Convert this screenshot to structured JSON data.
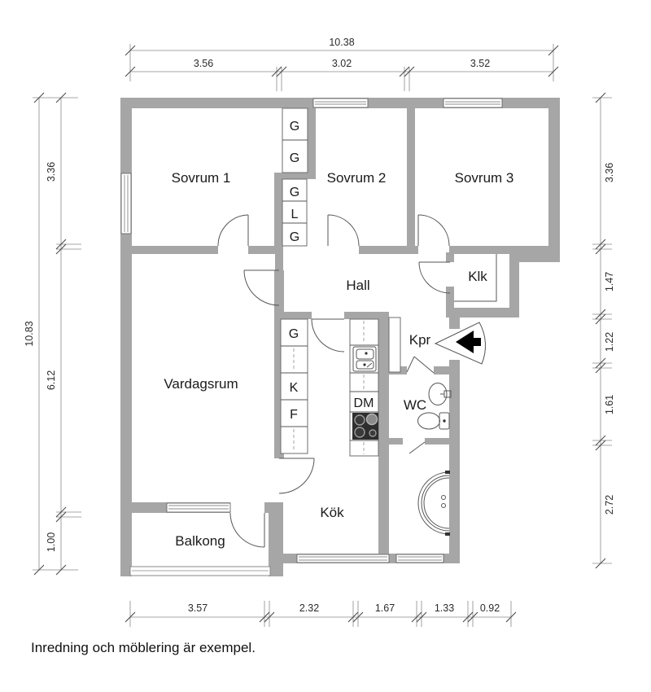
{
  "rooms": {
    "sovrum1": "Sovrum 1",
    "sovrum2": "Sovrum 2",
    "sovrum3": "Sovrum 3",
    "hall": "Hall",
    "klk": "Klk",
    "kpr": "Kpr",
    "vardagsrum": "Vardagsrum",
    "wc": "WC",
    "dm": "DM",
    "kok": "Kök",
    "balkong": "Balkong"
  },
  "closets": {
    "upper_pair": [
      "G",
      "G"
    ],
    "lower_trio": [
      "G",
      "L",
      "G"
    ],
    "kitchen_column": [
      "G",
      "K",
      "F"
    ]
  },
  "dimensions": {
    "top": {
      "overall": "10.38",
      "segments": [
        "3.56",
        "3.02",
        "3.52"
      ]
    },
    "left": {
      "overall": "10.83",
      "segments": [
        "3.36",
        "6.12",
        "1.00"
      ]
    },
    "right": {
      "segments": [
        "3.36",
        "1.47",
        "1.22",
        "1.61",
        "2.72"
      ]
    },
    "bottom": {
      "segments": [
        "3.57",
        "2.32",
        "1.67",
        "1.33",
        "0.92"
      ]
    }
  },
  "footnote": "Inredning och möblering är exempel.",
  "colors": {
    "wall": "#a6a6a6",
    "text": "#1a1a1a",
    "line": "#555555"
  }
}
